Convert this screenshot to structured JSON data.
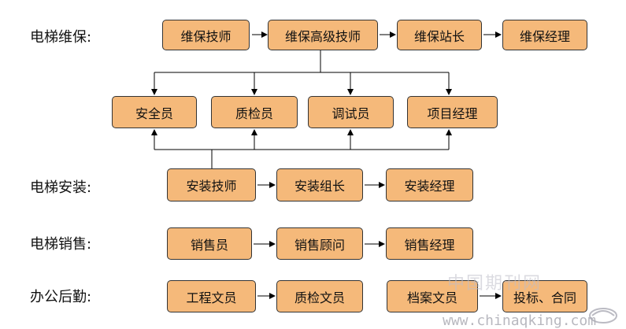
{
  "rows": {
    "maintenance": "电梯维保:",
    "installation": "电梯安装:",
    "sales": "电梯销售:",
    "office": "办公后勤:"
  },
  "maintenance_chain": [
    "维保技师",
    "维保高级技师",
    "维保站长",
    "维保经理"
  ],
  "cross_roles": [
    "安全员",
    "质检员",
    "调试员",
    "项目经理"
  ],
  "installation_chain": [
    "安装技师",
    "安装组长",
    "安装经理"
  ],
  "sales_chain": [
    "销售员",
    "销售顾问",
    "销售经理"
  ],
  "office_chain_a": [
    "工程文员",
    "质检文员"
  ],
  "office_chain_b": [
    "档案文员",
    "投标、合同"
  ],
  "watermark": {
    "name": "中国期刊网",
    "url": "www.chinaqking.com"
  },
  "colors": {
    "box_fill": "#f5b97a",
    "box_border": "#333333"
  }
}
